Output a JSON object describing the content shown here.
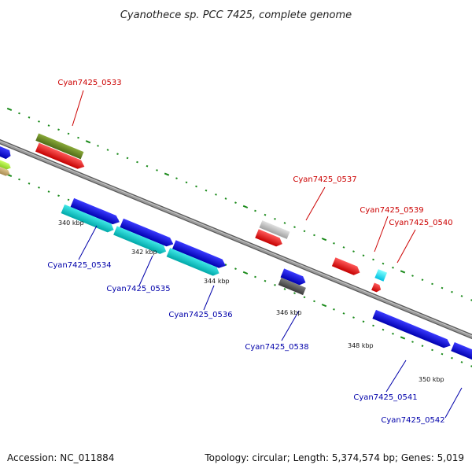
{
  "title": "Cyanothece sp. PCC 7425, complete genome",
  "footer": {
    "accession": "Accession: NC_011884",
    "info": "Topology: circular; Length: 5,374,574 bp; Genes: 5,019"
  },
  "ticks": [
    {
      "label": "340 kbp"
    },
    {
      "label": "342 kbp"
    },
    {
      "label": "344 kbp"
    },
    {
      "label": "346 kbp"
    },
    {
      "label": "348 kbp"
    },
    {
      "label": "350 kbp"
    }
  ],
  "genes_above": [
    {
      "name": "Cyan7425_0533",
      "color": "#ff0000"
    },
    {
      "name": "Cyan7425_0537",
      "color": "#ff0000"
    },
    {
      "name": "Cyan7425_0539",
      "color": "#ff0000"
    },
    {
      "name": "Cyan7425_0540",
      "color": "#00e5ff"
    }
  ],
  "genes_below": [
    {
      "name": "Cyan7425_0534",
      "color": "#00d0d0"
    },
    {
      "name": "Cyan7425_0535",
      "color": "#00d0d0"
    },
    {
      "name": "Cyan7425_0536",
      "color": "#00d0d0"
    },
    {
      "name": "Cyan7425_0538",
      "color": "#0000ff"
    },
    {
      "name": "Cyan7425_0541",
      "color": "#0000ff"
    },
    {
      "name": "Cyan7425_0542",
      "color": "#0000ff"
    }
  ],
  "colors": {
    "backbone": "#8c8c8c",
    "dots": "#1a8a1a",
    "cds_forward": "#ff0000",
    "cds_reverse": "#0000ff",
    "rna": "#00d0d0",
    "cog_green": "#6b8e23",
    "cog_gray": "#c0c0c0",
    "cog_dark": "#555555"
  }
}
